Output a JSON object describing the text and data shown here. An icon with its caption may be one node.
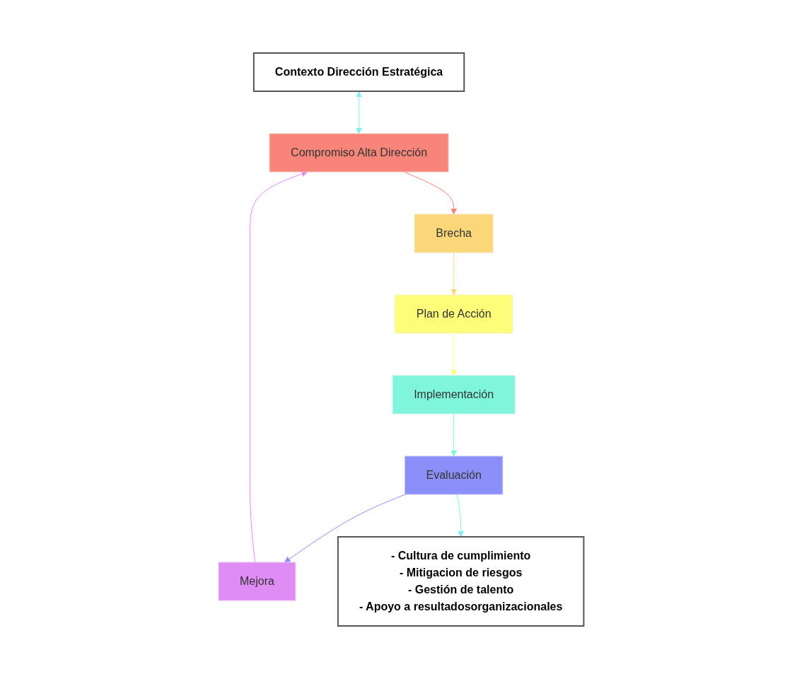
{
  "diagram": {
    "nodes": [
      {
        "text": [
          "Contexto Dirección Estratégica"
        ]
      },
      {
        "text": [
          "Compromiso Alta Dirección"
        ]
      },
      {
        "text": [
          "Brecha"
        ]
      },
      {
        "text": [
          "Plan de Acción"
        ]
      },
      {
        "text": [
          "Implementación"
        ]
      },
      {
        "text": [
          "Evaluación"
        ]
      },
      {
        "text": [
          "Mejora"
        ]
      },
      {
        "text": [
          "- Cultura de cumplimiento",
          "- Mitigacion de riesgos",
          "- Gestión de talento",
          "- Apoyo a resultadosorganizacionales"
        ]
      }
    ],
    "edges": [
      {
        "from": 0,
        "to": 1,
        "arrow": "both",
        "color": "#7ff0f0"
      },
      {
        "from": 1,
        "to": 2,
        "arrow": "to",
        "color": "#f8857a"
      },
      {
        "from": 2,
        "to": 3,
        "arrow": "to",
        "color": "#fbd77a"
      },
      {
        "from": 3,
        "to": 4,
        "arrow": "to",
        "color": "#fdfd7a"
      },
      {
        "from": 4,
        "to": 5,
        "arrow": "to",
        "color": "#7ff5dc"
      },
      {
        "from": 5,
        "to": 6,
        "arrow": "to",
        "color": "#8b8ff9"
      },
      {
        "from": 6,
        "to": 1,
        "arrow": "to",
        "color": "#e08cf5"
      },
      {
        "from": 5,
        "to": 7,
        "arrow": "to",
        "color": "#7ff0f0"
      }
    ]
  }
}
